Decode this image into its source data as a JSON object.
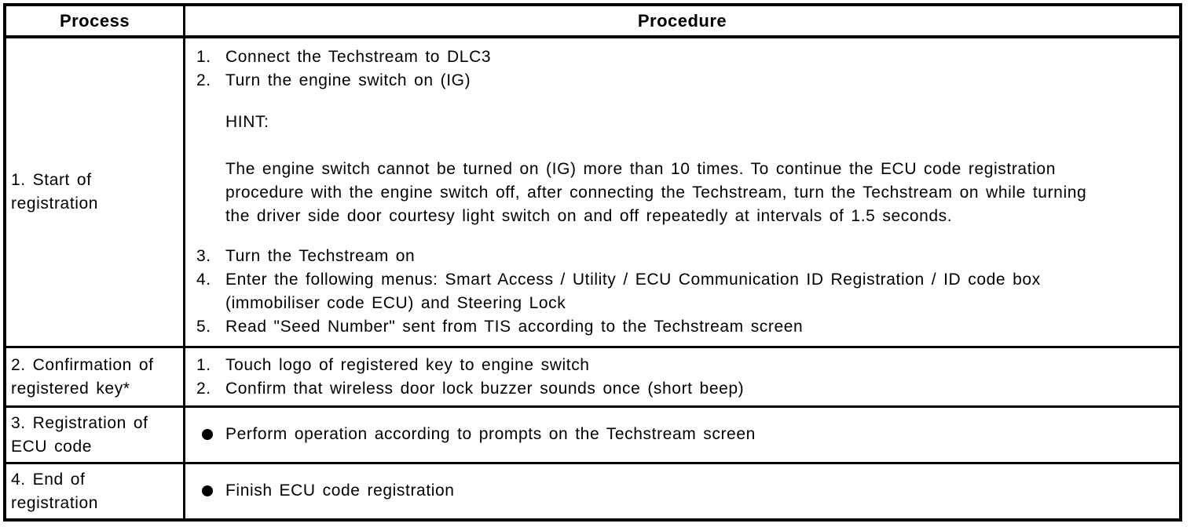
{
  "colors": {
    "background": "#ffffff",
    "border": "#000000",
    "text": "#000000"
  },
  "header": {
    "process": "Process",
    "procedure": "Procedure"
  },
  "rows": [
    {
      "process_lines": [
        "1. Start of",
        "registration"
      ],
      "blocks": {
        "li1": {
          "num": "1.",
          "text": "Connect the Techstream to DLC3"
        },
        "li2": {
          "num": "2.",
          "text": "Turn the engine switch on (IG)"
        },
        "hint_label": "HINT:",
        "hint_lines": [
          "The engine switch cannot be turned on (IG) more than 10 times. To continue the ECU code registration",
          "procedure with the engine switch off, after connecting the Techstream, turn the Techstream on while turning",
          "the driver side door courtesy light switch on and off repeatedly at intervals of 1.5 seconds."
        ],
        "li3": {
          "num": "3.",
          "text": "Turn the Techstream on"
        },
        "li4": {
          "num": "4.",
          "lines": [
            "Enter the following menus: Smart Access / Utility / ECU Communication ID Registration / ID code box",
            "(immobiliser code ECU) and Steering Lock"
          ]
        },
        "li5": {
          "num": "5.",
          "text": "Read \"Seed Number\" sent from TIS according to the Techstream screen"
        }
      }
    },
    {
      "process_lines": [
        "2. Confirmation of",
        "registered key*"
      ],
      "blocks": {
        "li1": {
          "num": "1.",
          "text": "Touch logo of registered key to engine switch"
        },
        "li2": {
          "num": "2.",
          "text": "Confirm that wireless door lock buzzer sounds once (short beep)"
        }
      }
    },
    {
      "process_lines": [
        "3. Registration of",
        "ECU code"
      ],
      "bullet_text": "Perform operation according to prompts on the Techstream screen"
    },
    {
      "process_lines": [
        "4. End of",
        "registration"
      ],
      "bullet_text": "Finish ECU code registration"
    }
  ]
}
